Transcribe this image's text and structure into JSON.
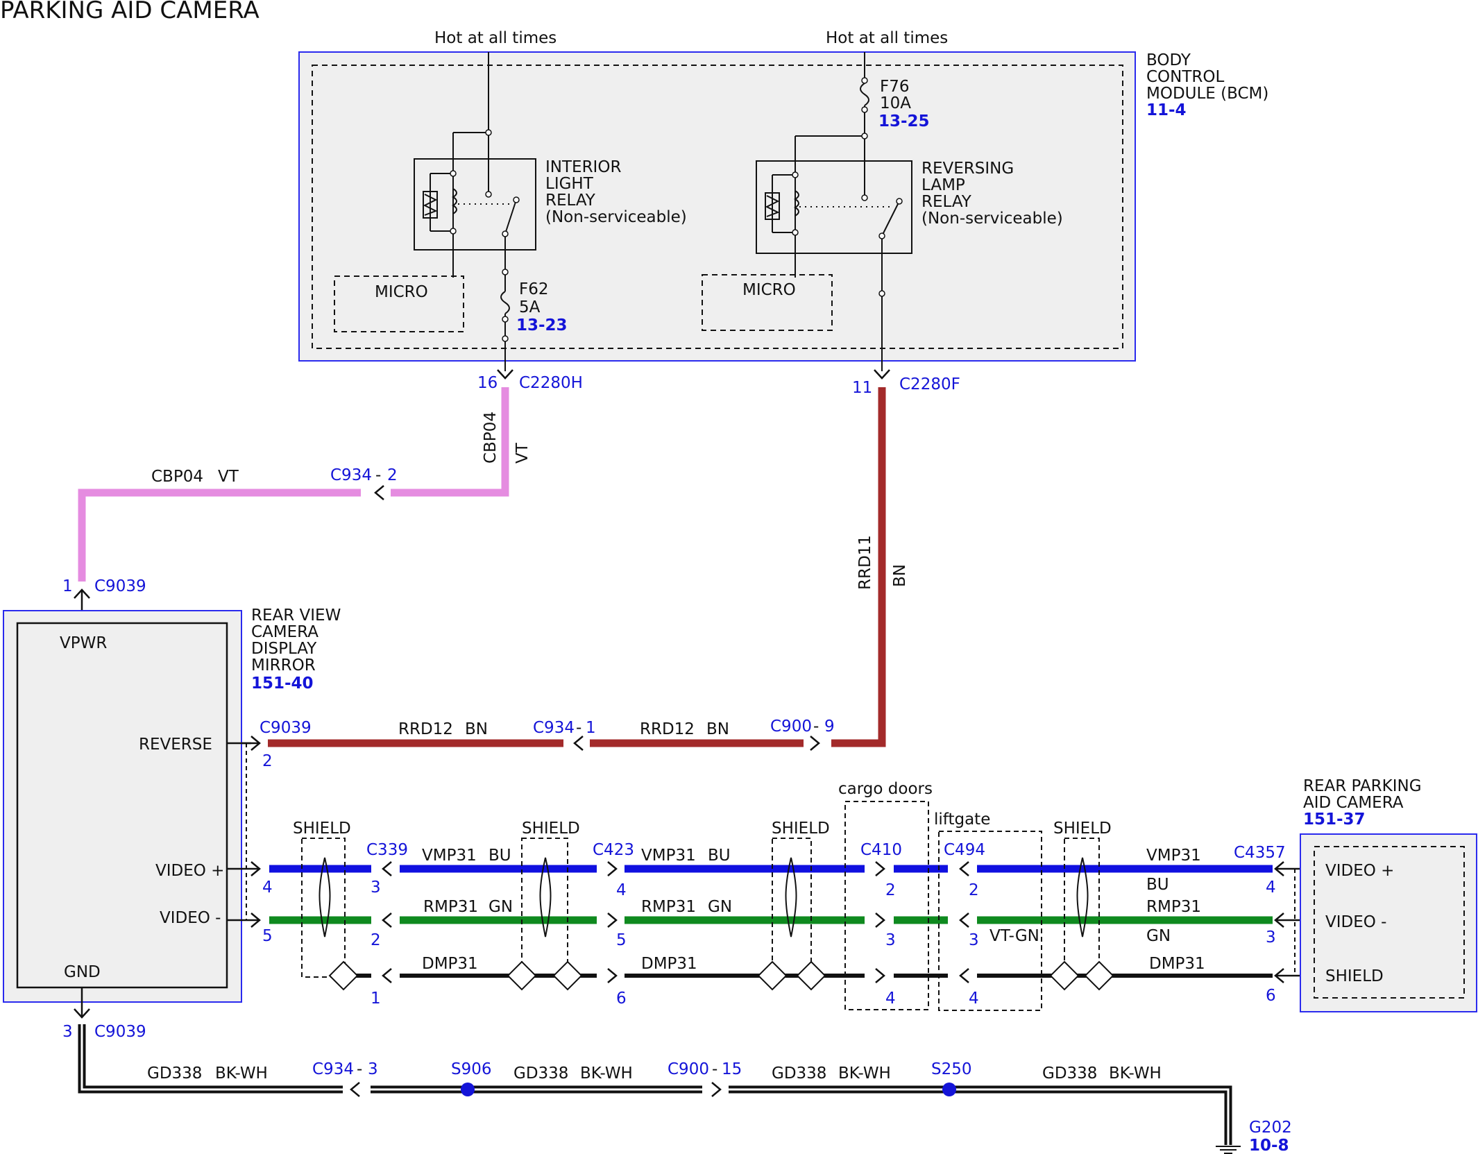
{
  "title": "PARKING AID CAMERA",
  "power": {
    "hot_left": "Hot at all times",
    "hot_right": "Hot at all times"
  },
  "bcm": {
    "name_lines": [
      "BODY",
      "CONTROL",
      "MODULE (BCM)"
    ],
    "ref": "11-4",
    "interior_relay": [
      "INTERIOR",
      "LIGHT",
      "RELAY",
      "(Non-serviceable)"
    ],
    "reversing_relay": [
      "REVERSING",
      "LAMP",
      "RELAY",
      "(Non-serviceable)"
    ],
    "micro_left": "MICRO",
    "micro_right": "MICRO",
    "fuse_f62": {
      "name": "F62",
      "rating": "5A",
      "ref": "13-23"
    },
    "fuse_f76": {
      "name": "F76",
      "rating": "10A",
      "ref": "13-25"
    }
  },
  "connectors": {
    "c2280h_pin": "16",
    "c2280h": "C2280H",
    "c2280f_pin": "11",
    "c2280f": "C2280F",
    "c934_2": "C934",
    "c934_2_pin": "2",
    "c9039_1_pin": "1",
    "c9039_1": "C9039",
    "c9039_2": "C9039",
    "c9039_2_pin": "2",
    "c934_1": "C934",
    "c934_1_pin": "1",
    "c900_9": "C900",
    "c900_9_pin": "9",
    "c339": "C339",
    "c423": "C423",
    "c410": "C410",
    "c494": "C494",
    "c4357": "C4357",
    "c9039_3_pin": "3",
    "c9039_3": "C9039",
    "c934_3": "C934",
    "c934_3_pin": "3",
    "c900_15": "C900",
    "c900_15_pin": "15",
    "s906": "S906",
    "s250": "S250",
    "g202": "G202",
    "g202_ref": "10-8",
    "dash": "-"
  },
  "wires": {
    "cbp04_circuit": "CBP04",
    "cbp04_color": "VT",
    "rrd11_circuit": "RRD11",
    "rrd11_color": "BN",
    "rrd12_circuit": "RRD12",
    "rrd12_color": "BN",
    "vmp31": "VMP31",
    "bu": "BU",
    "rmp31": "RMP31",
    "gn": "GN",
    "dmp31": "DMP31",
    "vtgn": "VT-GN",
    "gd338": "GD338",
    "bkwh": "BK-WH"
  },
  "pins": {
    "p4a": "4",
    "p5a": "5",
    "p3b": "3",
    "p2b": "2",
    "p1b": "1",
    "p4c": "4",
    "p5c": "5",
    "p6c": "6",
    "p2d": "2",
    "p3d": "3",
    "p4d": "4",
    "p2e": "2",
    "p3e": "3",
    "p4e": "4",
    "p4f": "4",
    "p3f": "3",
    "p6f": "6"
  },
  "shield_label": "SHIELD",
  "cargo_doors": "cargo doors",
  "liftgate": "liftgate",
  "mirror": {
    "name_lines": [
      "REAR VIEW",
      "CAMERA",
      "DISPLAY",
      "MIRROR"
    ],
    "ref": "151-40",
    "vpwr": "VPWR",
    "reverse": "REVERSE",
    "video_plus": "VIDEO +",
    "video_minus": "VIDEO -",
    "gnd": "GND"
  },
  "camera": {
    "name_lines": [
      "REAR PARKING",
      "AID CAMERA"
    ],
    "ref": "151-37",
    "video_plus": "VIDEO +",
    "video_minus": "VIDEO -",
    "shield": "SHIELD"
  },
  "colors": {
    "violet": "#e58ce0",
    "brown": "#a32a2a",
    "blue": "#1010e0",
    "green": "#0f8a1f",
    "label_blue": "#1414d8",
    "module_fill": "#efefef",
    "module_border": "#2a2aee"
  }
}
